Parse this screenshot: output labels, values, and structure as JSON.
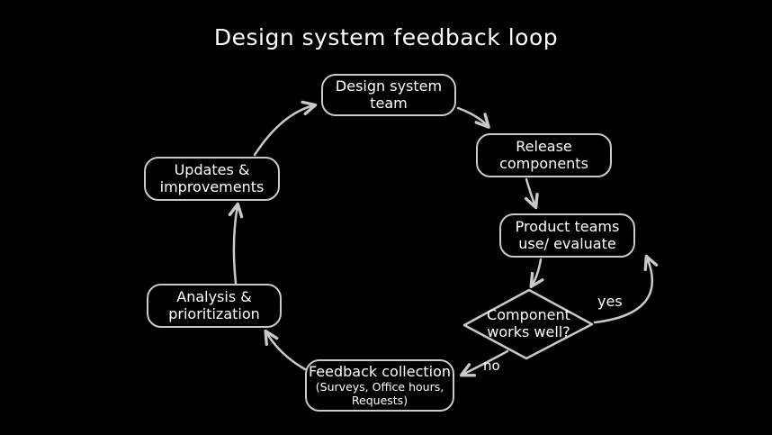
{
  "title": "Design system feedback loop",
  "colors": {
    "background": "#000000",
    "stroke": "#c9c9c9",
    "text": "#ffffff"
  },
  "nodes": {
    "design_system_team": {
      "line1": "Design system",
      "line2": "team"
    },
    "release_components": {
      "line1": "Release",
      "line2": "components"
    },
    "product_teams": {
      "line1": "Product teams",
      "line2": "use/ evaluate"
    },
    "decision": {
      "line1": "Component",
      "line2": "works well?"
    },
    "feedback_collection": {
      "line1": "Feedback collection",
      "line2": "(Surveys, Office hours,",
      "line3": "Requests)"
    },
    "analysis_prioritization": {
      "line1": "Analysis &",
      "line2": "prioritization"
    },
    "updates_improvements": {
      "line1": "Updates &",
      "line2": "improvements"
    }
  },
  "edges": {
    "yes_label": "yes",
    "no_label": "no"
  }
}
